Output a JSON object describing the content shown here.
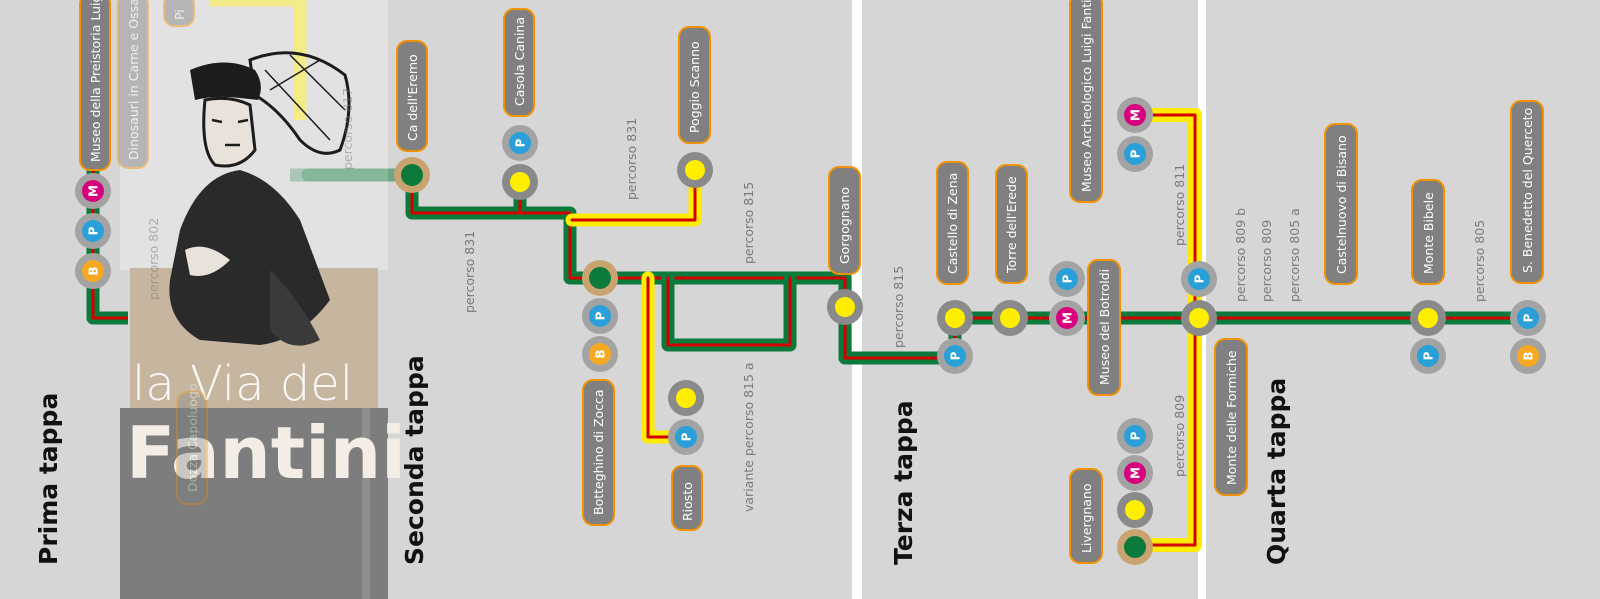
{
  "map": {
    "colors": {
      "background": "#d6d6d6",
      "line_green": "#0b7a3b",
      "line_red": "#d40000",
      "line_yellow": "#ffec00",
      "station_ring": "#8a8a8a",
      "station_yellow": "#ffee00",
      "station_green": "#0b7a3b",
      "station_ring_tan": "#c9a470",
      "label_fill": "#808080",
      "label_border": "#f39200",
      "parking": "#2a9fd8",
      "bus": "#f7a823",
      "museum": "#d6007e"
    },
    "stages": [
      {
        "id": "prima",
        "label": "Prima tappa"
      },
      {
        "id": "seconda",
        "label": "Seconda tappa"
      },
      {
        "id": "terza",
        "label": "Terza tappa"
      },
      {
        "id": "quarta",
        "label": "Quarta tappa"
      }
    ],
    "logo": {
      "line1": "la Via del",
      "line2": "Fantini"
    },
    "places": [
      {
        "id": "museo-preistoria",
        "name": "Museo della Preistoria Luigi"
      },
      {
        "id": "dinosauri",
        "name": "Dinosauri in Carne e Ossa"
      },
      {
        "id": "pi",
        "name": "Pi"
      },
      {
        "id": "dozza",
        "name": "Dozza Capoluogo"
      },
      {
        "id": "ca-eremo",
        "name": "Ca dell'Eremo"
      },
      {
        "id": "casola-canina",
        "name": "Casola Canina"
      },
      {
        "id": "poggio-scanno",
        "name": "Poggio Scanno"
      },
      {
        "id": "botteghino-zocca",
        "name": "Botteghino di Zocca"
      },
      {
        "id": "riosto",
        "name": "Riosto"
      },
      {
        "id": "gorgognano",
        "name": "Gorgognano"
      },
      {
        "id": "castello-zena",
        "name": "Castello di Zena"
      },
      {
        "id": "torre-erede",
        "name": "Torre dell'Erede"
      },
      {
        "id": "museo-archeologico",
        "name": "Museo Archeologico Luigi Fantini"
      },
      {
        "id": "museo-botroldi",
        "name": "Museo del Botroldi"
      },
      {
        "id": "livergnano",
        "name": "Livergnano"
      },
      {
        "id": "monte-formiche",
        "name": "Monte delle Formiche"
      },
      {
        "id": "castelnuovo-bisano",
        "name": "Castelnuovo di Bisano"
      },
      {
        "id": "monte-bibele",
        "name": "Monte Bibele"
      },
      {
        "id": "san-benedetto",
        "name": "S. Benedetto del Querceto"
      }
    ],
    "routes": [
      {
        "id": "r802",
        "label": "percorso 802"
      },
      {
        "id": "r817",
        "label": "percorso 817"
      },
      {
        "id": "r831a",
        "label": "percorso 831"
      },
      {
        "id": "r831b",
        "label": "percorso 831"
      },
      {
        "id": "r815a",
        "label": "percorso 815"
      },
      {
        "id": "r815var",
        "label": "variante percorso 815 a"
      },
      {
        "id": "r815b",
        "label": "percorso 815"
      },
      {
        "id": "r811",
        "label": "percorso 811"
      },
      {
        "id": "r809main",
        "label": "percorso 809"
      },
      {
        "id": "r809b",
        "label": "percorso 809 b"
      },
      {
        "id": "r809",
        "label": "percorso 809"
      },
      {
        "id": "r805a",
        "label": "percorso 805 a"
      },
      {
        "id": "r805",
        "label": "percorso 805"
      }
    ],
    "icon_letters": {
      "parking": "P",
      "bus": "B",
      "museum": "M"
    }
  }
}
